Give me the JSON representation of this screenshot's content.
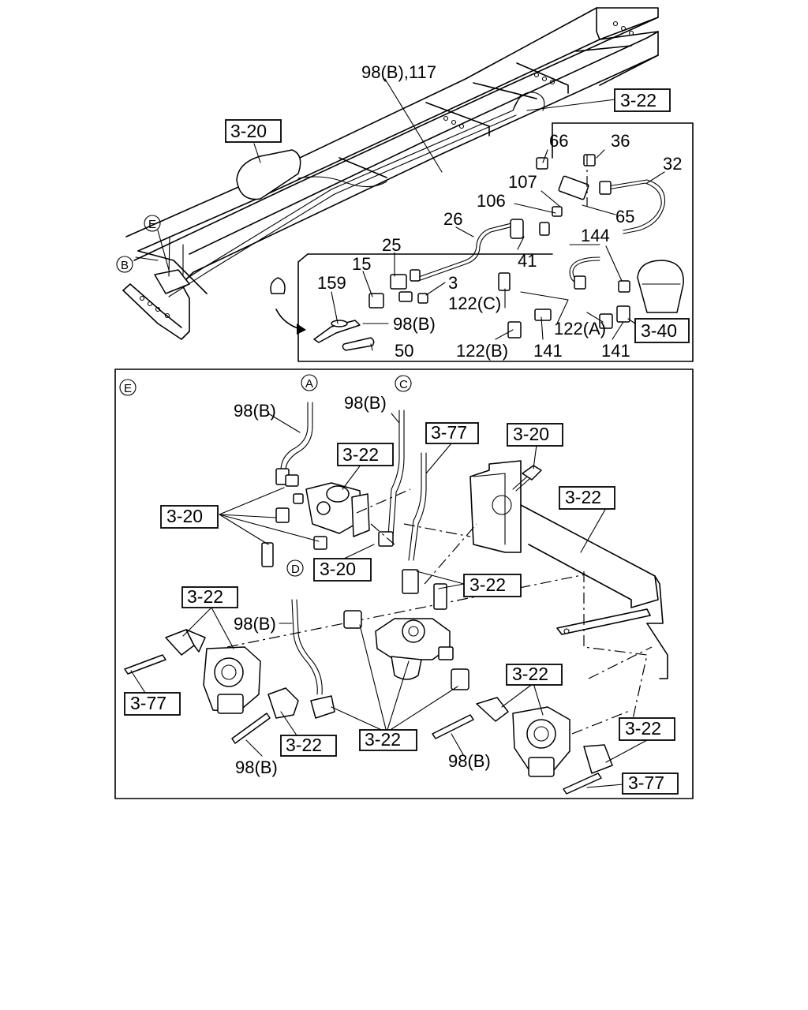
{
  "top_callouts": {
    "c_98b_117": "98(B),117",
    "c_3_22_top": "3-22",
    "c_3_20_top": "3-20",
    "c_66": "66",
    "c_36": "36",
    "c_32": "32",
    "c_107": "107",
    "c_106": "106",
    "c_65": "65",
    "c_26": "26",
    "c_25": "25",
    "c_15": "15",
    "c_159": "159",
    "c_3": "3",
    "c_41": "41",
    "c_144": "144",
    "c_122c": "122(C)",
    "c_98b_top": "98(B)",
    "c_122a": "122(A)",
    "c_3_40": "3-40",
    "c_50": "50",
    "c_122b": "122(B)",
    "c_141a": "141",
    "c_141b": "141"
  },
  "markers": {
    "e": "E",
    "b": "B",
    "a": "A",
    "c": "C",
    "d": "D"
  },
  "detail_callouts": {
    "d_98b_a": "98(B)",
    "d_98b_c": "98(B)",
    "d_3_77_top": "3-77",
    "d_3_20_bolt": "3-20",
    "d_3_22_valve": "3-22",
    "d_3_22_bracket": "3-22",
    "d_3_20_left": "3-20",
    "d_3_20_mid": "3-20",
    "d_3_22_tee": "3-22",
    "d_3_22_left": "3-22",
    "d_98b_d": "98(B)",
    "d_3_77_left": "3-77",
    "d_3_22_center": "3-22",
    "d_3_22_bottom": "3-22",
    "d_3_22_right": "3-22",
    "d_3_22_farright": "3-22",
    "d_3_77_right": "3-77",
    "d_98b_left_bottom": "98(B)",
    "d_98b_right_bottom": "98(B)"
  }
}
